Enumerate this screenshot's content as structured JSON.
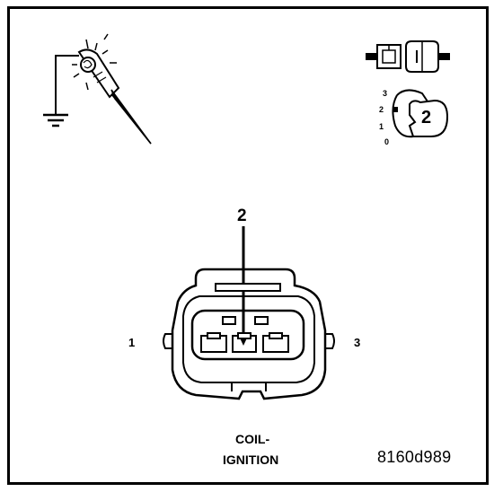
{
  "diagram": {
    "callout_number": "2",
    "pin_left": "1",
    "pin_right": "3",
    "connector_name_line1": "COIL-",
    "connector_name_line2": "IGNITION",
    "figure_id": "8160d989"
  },
  "ignition_symbol": {
    "positions": [
      "3",
      "2",
      "1",
      "0"
    ],
    "key_position": "2"
  },
  "icons": {
    "test_light": "test-light-probe-to-ground-icon",
    "connector": "disconnected-connector-icon",
    "ignition": "ignition-switch-position-icon"
  }
}
